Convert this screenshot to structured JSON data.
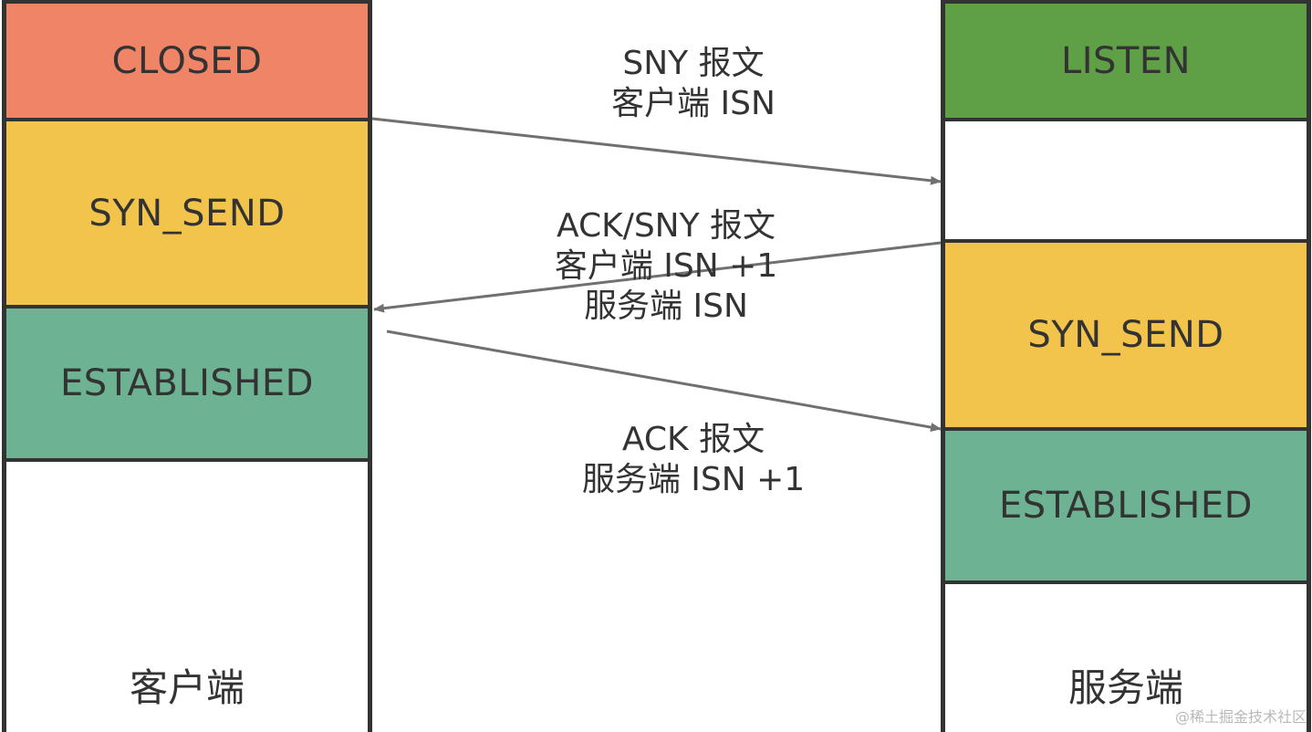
{
  "colors": {
    "closed": "#EF8566",
    "syn_send": "#F2C44C",
    "established": "#6DB393",
    "listen": "#5F9F46",
    "border": "#333333",
    "arrow": "#707070"
  },
  "client": {
    "label": "客户端",
    "states": {
      "closed": "CLOSED",
      "syn_send": "SYN_SEND",
      "established": "ESTABLISHED"
    }
  },
  "server": {
    "label": "服务端",
    "states": {
      "listen": "LISTEN",
      "syn_send": "SYN_SEND",
      "established": "ESTABLISHED"
    }
  },
  "messages": [
    {
      "direction": "client-to-server",
      "lines": [
        "SNY 报文",
        "客户端 ISN"
      ]
    },
    {
      "direction": "server-to-client",
      "lines": [
        "ACK/SNY 报文",
        "客户端 ISN +1",
        "服务端 ISN"
      ]
    },
    {
      "direction": "client-to-server",
      "lines": [
        "ACK 报文",
        "服务端 ISN +1"
      ]
    }
  ],
  "watermark": "@稀土掘金技术社区"
}
